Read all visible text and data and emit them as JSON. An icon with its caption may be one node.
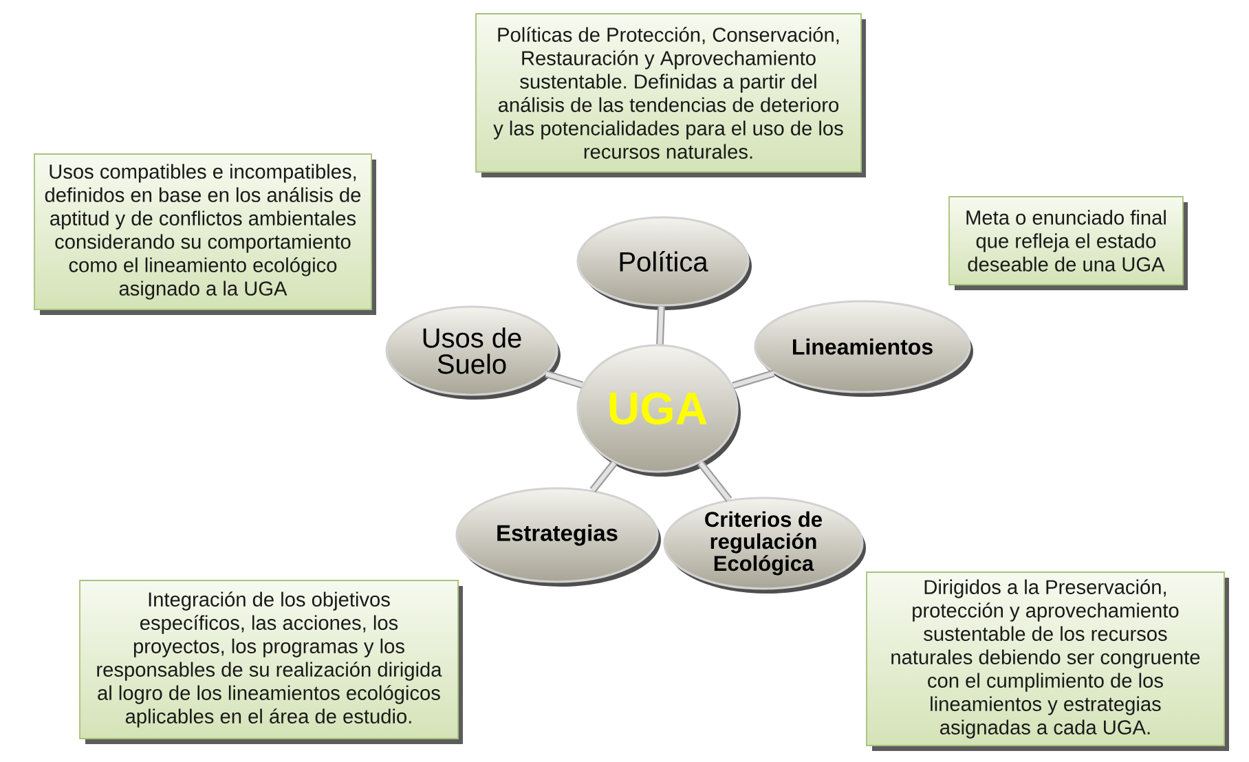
{
  "diagram": {
    "nodes": [
      {
        "text": [
          "Políticas de Protección, Conservación, Restauración y Aprovechamiento sustentable. Definidas a partir del análisis de las tendencias de deterioro y las potencialidades para el uso de los recursos naturales."
        ]
      },
      {
        "text": [
          "Usos compatibles e incompatibles, definidos en base en los análisis de aptitud y de conflictos ambientales considerando su comportamiento como el lineamiento ecológico asignado a la UGA"
        ]
      },
      {
        "text": [
          "Meta o enunciado final que refleja el estado deseable de una UGA"
        ]
      },
      {
        "text": [
          "Política"
        ]
      },
      {
        "text": [
          "Lineamientos"
        ]
      },
      {
        "text": [
          "Usos de Suelo"
        ]
      },
      {
        "text": [
          "UGA"
        ]
      },
      {
        "text": [
          "Estrategias"
        ]
      },
      {
        "text": [
          "Criterios de regulación Ecológica"
        ]
      },
      {
        "text": [
          "Integración de los objetivos específicos, las acciones, los proyectos, los programas y los responsables de su realización dirigida al logro de los lineamientos ecológicos aplicables en el área de estudio."
        ]
      },
      {
        "text": [
          "Dirigidos a la Preservación, protección y aprovechamiento sustentable de los recursos naturales debiendo ser congruente con el cumplimiento de los lineamientos y estrategias asignadas a cada UGA."
        ]
      }
    ],
    "edges": [
      {
        "from": 6,
        "to": 3,
        "arrow": "none"
      },
      {
        "from": 6,
        "to": 4,
        "arrow": "none"
      },
      {
        "from": 6,
        "to": 8,
        "arrow": "none"
      },
      {
        "from": 6,
        "to": 7,
        "arrow": "none"
      },
      {
        "from": 6,
        "to": 5,
        "arrow": "none"
      }
    ]
  }
}
